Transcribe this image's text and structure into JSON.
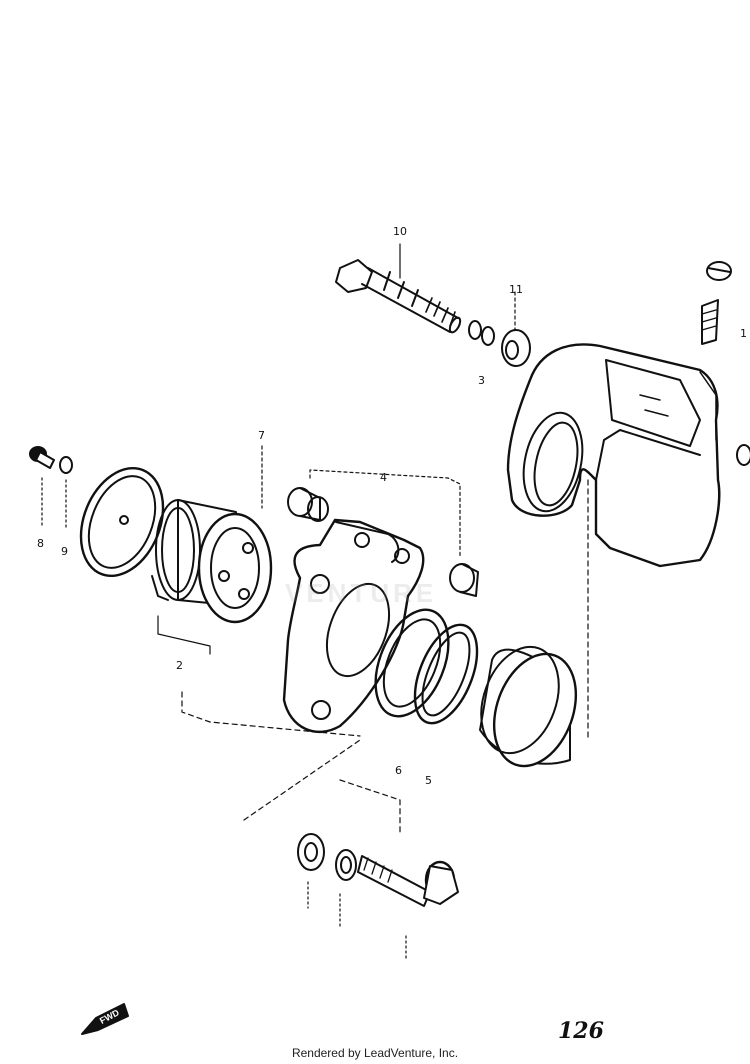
{
  "callouts": {
    "c1": "10",
    "c2": "11",
    "c3": "1",
    "c4": "7",
    "c5": "4",
    "c6": "8",
    "c7": "9",
    "c8": "2",
    "c9": "5",
    "c10": "3",
    "c11": "6"
  },
  "page_number": "126",
  "footer": "Rendered by LeadVenture, Inc.",
  "watermark": "VENTURE",
  "fwd_label": "FWD",
  "colors": {
    "ink": "#111111",
    "paper": "#ffffff"
  }
}
